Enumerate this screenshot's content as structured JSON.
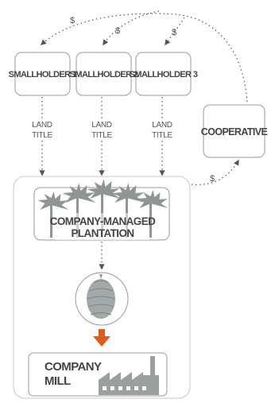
{
  "smallholders": [
    {
      "label": "SMALLHOLDER 1",
      "land_title_lines": [
        "LAND",
        "TITLE"
      ]
    },
    {
      "label": "SMALLHOLDER 2",
      "land_title_lines": [
        "LAND",
        "TITLE"
      ]
    },
    {
      "label": "SMALLHOLDER 3",
      "land_title_lines": [
        "LAND",
        "TITLE"
      ]
    }
  ],
  "payment_symbol": "$",
  "cooperative": {
    "label": "COOPERATIVE"
  },
  "plantation": {
    "line1": "COMPANY-MANAGED",
    "line2": "PLANTATION"
  },
  "mill": {
    "line1": "COMPANY",
    "line2": "MILL"
  },
  "colors": {
    "arrow_orange": "#e05a1e",
    "box_border": "#9a9a9a",
    "text": "#444444",
    "icon_gray": "#9aa0a0"
  }
}
